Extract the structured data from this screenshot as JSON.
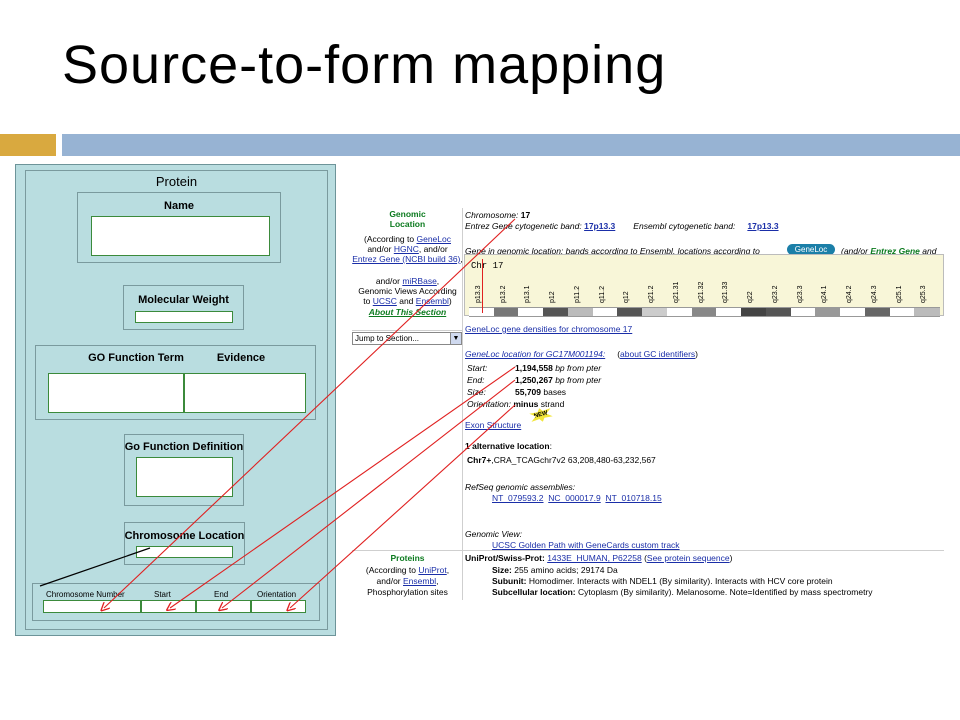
{
  "slide": {
    "title": "Source-to-form mapping",
    "colors": {
      "accent_gold": "#d9a93f",
      "accent_blue": "#97b3d3",
      "form_bg": "#b9dde0",
      "arrow": "#e02020"
    }
  },
  "form": {
    "title": "Protein",
    "name_label": "Name",
    "molecular_weight_label": "Molecular Weight",
    "go_function_term_label": "GO Function Term",
    "evidence_label": "Evidence",
    "go_function_definition_label": "Go Function Definition",
    "chromosome_location_label": "Chromosome Location",
    "columns": [
      "Chromosome Number",
      "Start",
      "End",
      "Orientation"
    ]
  },
  "web": {
    "genomic_location": {
      "heading": "Genomic Location",
      "lines": [
        "(According to",
        "GeneLoc",
        "and/or",
        "HGNC",
        ", and/or",
        "Entrez Gene (NCBI build 36)",
        ",",
        "and/or",
        "miRBase",
        ",",
        "Genomic Views According",
        "to",
        "UCSC",
        "and",
        "Ensembl",
        ")"
      ],
      "about": "About This Section"
    },
    "chromosome_label": "Chromosome:",
    "chromosome_value": "17",
    "entrez_band_label": "Entrez Gene cytogenetic band:",
    "entrez_band_value": "17p13.3",
    "ensembl_band_label": "Ensembl cytogenetic band:",
    "ensembl_band_value": "17p13.3",
    "gene_in_location": "Gene in genomic location: bands according to Ensembl, locations according to",
    "geneloc_button": "GeneLoc",
    "and_or_entrez": "(and/or",
    "entrez_gene": "Entrez Gene",
    "and": "and",
    "chr_label": "Chr 17",
    "bands": [
      "p13.3",
      "p13.2",
      "p13.1",
      "p12",
      "p11.2",
      "q11.2",
      "q12",
      "q21.2",
      "q21.31",
      "q21.32",
      "q21.33",
      "q22",
      "q23.2",
      "q23.3",
      "q24.1",
      "q24.2",
      "q24.3",
      "q25.1",
      "q25.3"
    ],
    "densities_link": "GeneLoc gene densities for chromosome 17",
    "jump_to_section": "Jump to Section...",
    "jump_arrow": "▼",
    "geneloc_location_link": "GeneLoc location for GC17M001194:",
    "about_gc_link": "about GC identifiers",
    "start_label": "Start:",
    "start_value": "1,194,558",
    "start_unit": "bp from pter",
    "end_label": "End:",
    "end_value": "1,250,267",
    "end_unit": "bp from pter",
    "size_label": "Size:",
    "size_value": "55,709",
    "size_unit": "bases",
    "orientation_label": "Orientation:",
    "orientation_value": "minus",
    "orientation_unit": "strand",
    "exon_structure": "Exon Structure",
    "new_badge": "NEW",
    "alt_location_count": "1 alternative location",
    "alt_location_suffix": ":",
    "alt_location_chr": "Chr7+",
    "alt_location_detail": ",CRA_TCAGchr7v2 63,208,480-63,232,567",
    "refseq_label": "RefSeq genomic assemblies:",
    "refseq_links": [
      "NT_079593.2",
      "NC_000017.9",
      "NT_010718.15"
    ],
    "genomic_view_label": "Genomic View:",
    "ucsc_track": "UCSC Golden Path with GeneCards custom track",
    "proteins": {
      "heading": "Proteins",
      "according": "(According to",
      "uniprot": "UniProt",
      "and_or": ",",
      "and_or2": "and/or",
      "ensembl": "Ensembl",
      "phospho": "Phosphorylation sites"
    },
    "uniprot_label": "UniProt/Swiss-Prot:",
    "uniprot_link": "1433E_HUMAN, P62258",
    "see_protein": "See protein sequence",
    "size_protein_label": "Size:",
    "size_protein_value": "255 amino acids; 29174 Da",
    "subunit_label": "Subunit:",
    "subunit_value": "Homodimer. Interacts with NDEL1 (By similarity). Interacts with HCV core protein",
    "subcellular_label": "Subcellular location:",
    "subcellular_value": "Cytoplasm (By similarity). Melanosome. Note=Identified by mass spectrometry"
  }
}
